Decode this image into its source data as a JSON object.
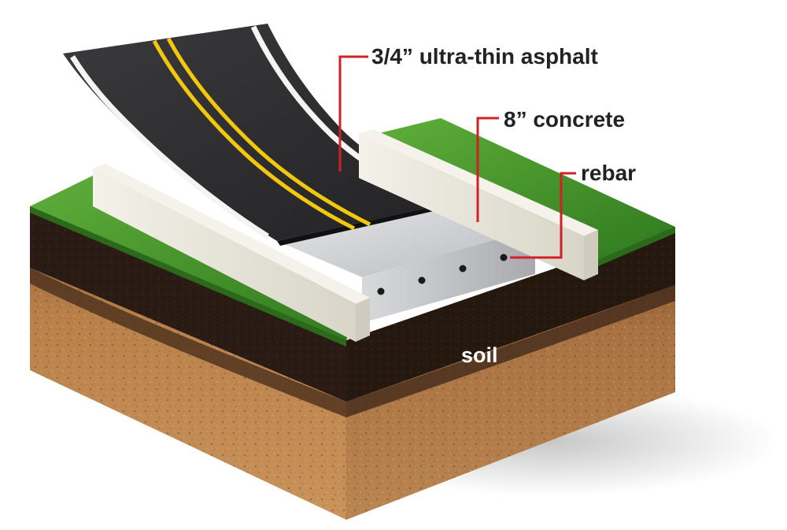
{
  "labels": {
    "asphalt": "3/4” ultra-thin asphalt",
    "concrete": "8” concrete",
    "rebar": "rebar",
    "soil": "soil"
  },
  "colors": {
    "callout_line": "#d32027",
    "label_text": "#222222",
    "soil_label": "#ffffff",
    "asphalt": "#2c2c2e",
    "yellow_line": "#f2c80f",
    "white_edge_line": "#f4f4f2",
    "grass": "#3f8f2a",
    "concrete": "#c9cacc",
    "curb": "#ebe9df",
    "topsoil": "#2a1c14",
    "subsoil": "#b9804a"
  }
}
